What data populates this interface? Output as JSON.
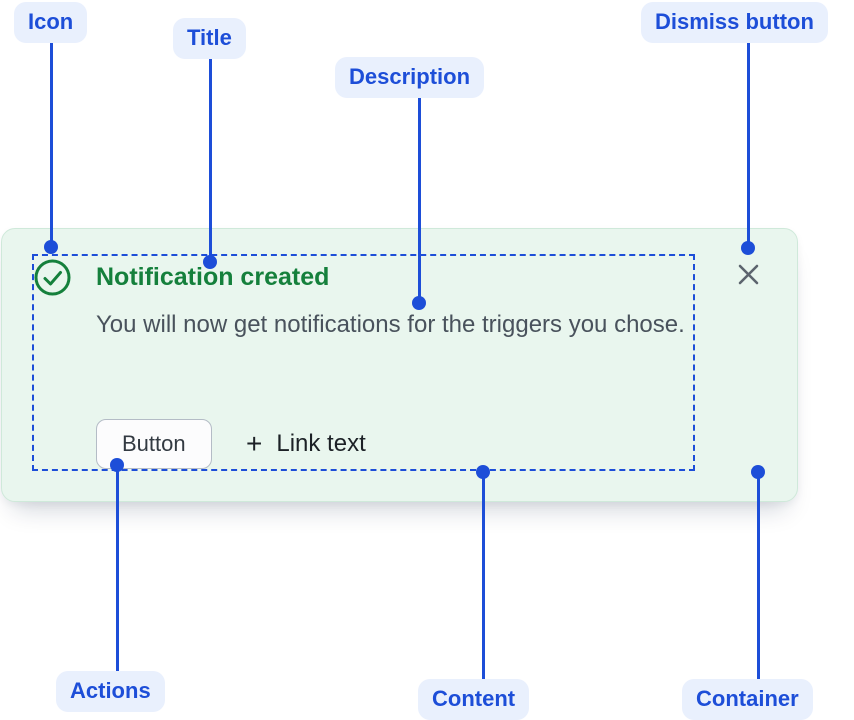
{
  "palette": {
    "accent_blue": "#1d4ed8",
    "label_pill_bg": "#e9f0fd",
    "success_green": "#15803c",
    "container_bg": "#e9f6ee",
    "container_border": "#cfe9da",
    "description_gray": "#49525c",
    "dismiss_gray": "#5c646e"
  },
  "callouts": {
    "icon": {
      "label": "Icon"
    },
    "title": {
      "label": "Title"
    },
    "description": {
      "label": "Description"
    },
    "dismiss": {
      "label": "Dismiss button"
    },
    "actions": {
      "label": "Actions"
    },
    "content": {
      "label": "Content"
    },
    "container": {
      "label": "Container"
    }
  },
  "notification": {
    "status_icon": "success-check-icon",
    "title": "Notification created",
    "description": "You will now get notifications for the triggers you chose.",
    "actions": {
      "button_label": "Button",
      "link_plus": "+",
      "link_label": "Link text"
    },
    "dismiss_icon": "close-icon"
  }
}
